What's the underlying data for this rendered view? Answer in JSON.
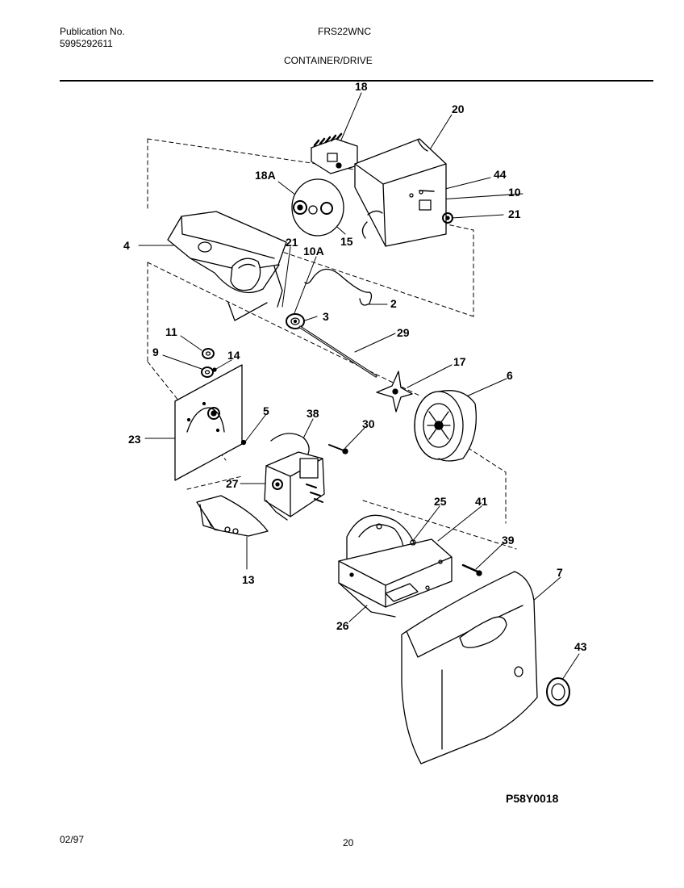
{
  "header": {
    "publication_label": "Publication No.",
    "publication_number": "5995292611",
    "model": "FRS22WNC",
    "section_title": "CONTAINER/DRIVE"
  },
  "callouts": {
    "c18": "18",
    "c20": "20",
    "c18A": "18A",
    "c44": "44",
    "c10": "10",
    "c21a": "21",
    "c15": "15",
    "c4": "4",
    "c21b": "21",
    "c10A": "10A",
    "c2": "2",
    "c3": "3",
    "c11": "11",
    "c29": "29",
    "c9": "9",
    "c14": "14",
    "c17": "17",
    "c6": "6",
    "c5": "5",
    "c38": "38",
    "c30": "30",
    "c23": "23",
    "c27": "27",
    "c25": "25",
    "c41": "41",
    "c13": "13",
    "c39": "39",
    "c7": "7",
    "c26": "26",
    "c43": "43"
  },
  "footer": {
    "figure_code": "P58Y0018",
    "date": "02/97",
    "page": "20"
  }
}
